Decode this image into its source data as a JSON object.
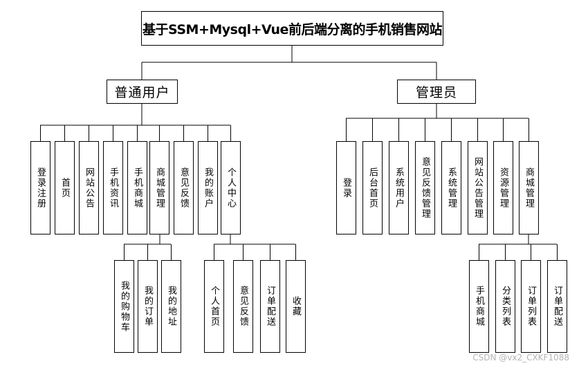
{
  "title": "基于SSM+Mysql+Vue前后端分离的手机销售网站",
  "roles": {
    "user": {
      "label": "普通用户",
      "modules": [
        "登录注册",
        "首页",
        "网站公告",
        "手机资讯",
        "手机商城",
        "商城管理",
        "意见反馈",
        "我的账户",
        "个人中心"
      ],
      "shop_children": [
        "我的购物车",
        "我的订单",
        "我的地址"
      ],
      "center_children": [
        "个人首页",
        "意见反馈",
        "订单配送",
        "收藏"
      ]
    },
    "admin": {
      "label": "管理员",
      "modules": [
        "登录",
        "后台首页",
        "系统用户",
        "意见反馈管理",
        "系统管理",
        "网站公告管理",
        "资源管理",
        "商城管理"
      ],
      "shop_children": [
        "手机商城",
        "分类列表",
        "订单列表",
        "订单配送"
      ]
    }
  },
  "watermark": "CSDN @vx2_CXKF1088"
}
